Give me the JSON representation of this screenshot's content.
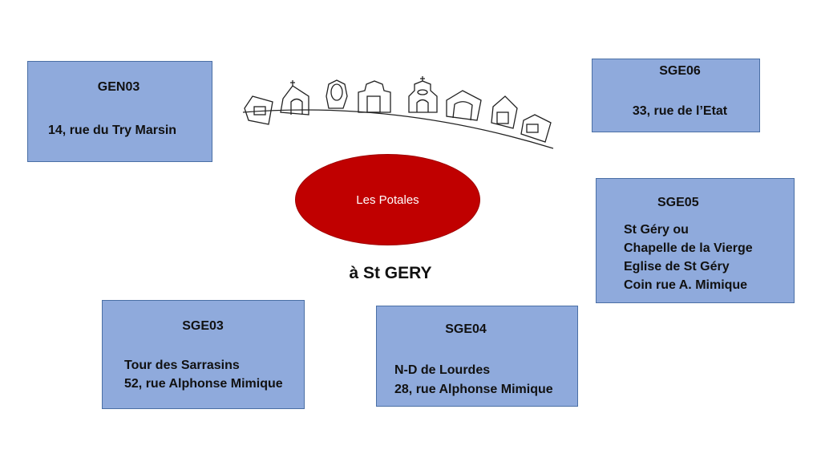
{
  "center": {
    "label": "Les Potales",
    "subtitle": "à St GERY"
  },
  "boxes": {
    "gen03": {
      "code": "GEN03",
      "lines": [
        "14, rue du Try Marsin"
      ]
    },
    "sge06": {
      "code": "SGE06",
      "lines": [
        "33, rue de l’Etat"
      ]
    },
    "sge05": {
      "code": "SGE05",
      "lines": [
        "St Géry ou",
        "Chapelle de la Vierge",
        "Eglise de St Géry",
        "Coin rue A. Mimique"
      ]
    },
    "sge03": {
      "code": "SGE03",
      "lines": [
        "Tour des Sarrasins",
        "52, rue Alphonse Mimique"
      ]
    },
    "sge04": {
      "code": "SGE04",
      "lines": [
        "N-D de Lourdes",
        "28, rue Alphonse Mimique"
      ]
    }
  },
  "colors": {
    "box": "#8faadc",
    "ellipse": "#c00000"
  }
}
